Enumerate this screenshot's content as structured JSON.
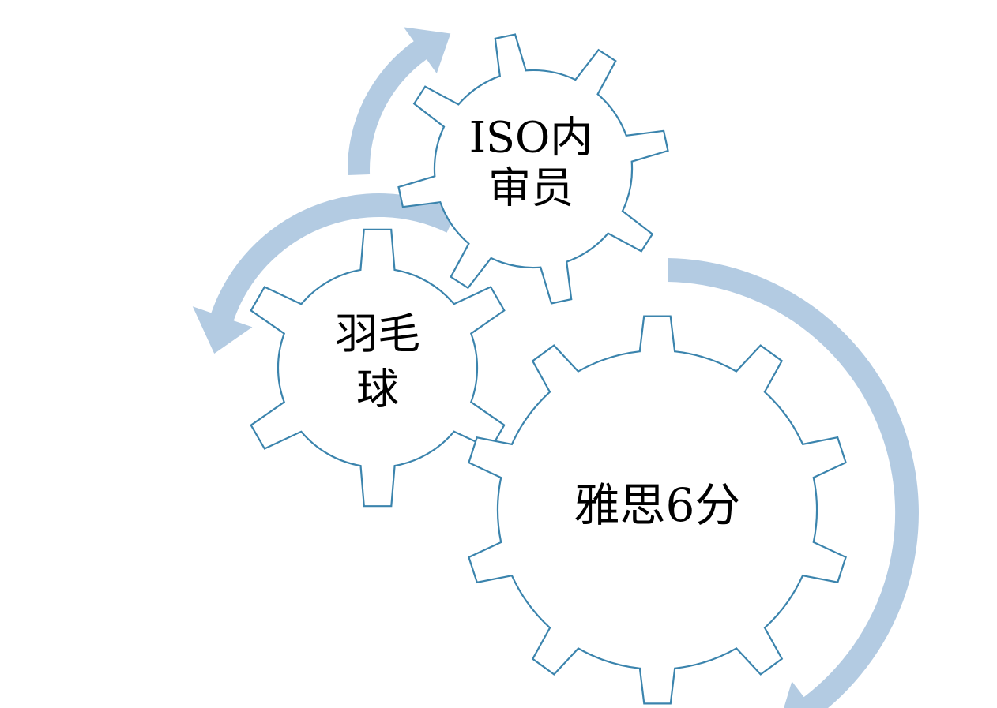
{
  "diagram": {
    "type": "gear-cycle",
    "colors": {
      "gear_stroke": "#3b84ad",
      "gear_fill": "#ffffff",
      "arrow": "#b3cbe2",
      "text": "#000000"
    },
    "gears": [
      {
        "id": "iso",
        "lines": [
          "ISO内",
          "审员"
        ],
        "teeth": 8
      },
      {
        "id": "badminton",
        "lines": [
          "羽毛",
          "球"
        ],
        "teeth": 6
      },
      {
        "id": "ielts",
        "lines": [
          "雅思6分"
        ],
        "teeth": 10
      }
    ],
    "arrows": [
      {
        "id": "arrow-top",
        "direction": "clockwise"
      },
      {
        "id": "arrow-left",
        "direction": "counterclockwise"
      },
      {
        "id": "arrow-right",
        "direction": "clockwise"
      }
    ]
  }
}
